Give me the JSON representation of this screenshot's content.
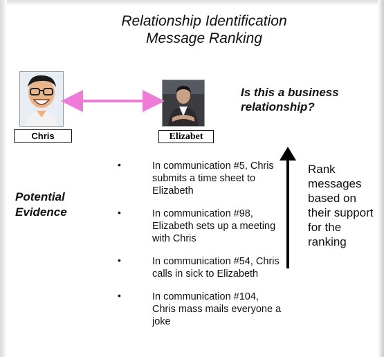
{
  "title_line1": "Relationship Identification",
  "title_line2": "Message Ranking",
  "people": {
    "chris": "Chris",
    "elizabeth": "Elizabet"
  },
  "question": "Is this a business relationship?",
  "potential_evidence": "Potential Evidence",
  "evidence": [
    "In communication #5, Chris submits a time sheet to Elizabeth",
    "In communication #98, Elizabeth sets up a meeting with Chris",
    "In communication #54, Chris calls in sick to Elizabeth",
    "In communication #104, Chris mass mails everyone a joke"
  ],
  "rank_note": "Rank messages based on their support for the ranking",
  "colors": {
    "relationship_arrow": "#f07ad8",
    "rank_arrow": "#000000"
  }
}
